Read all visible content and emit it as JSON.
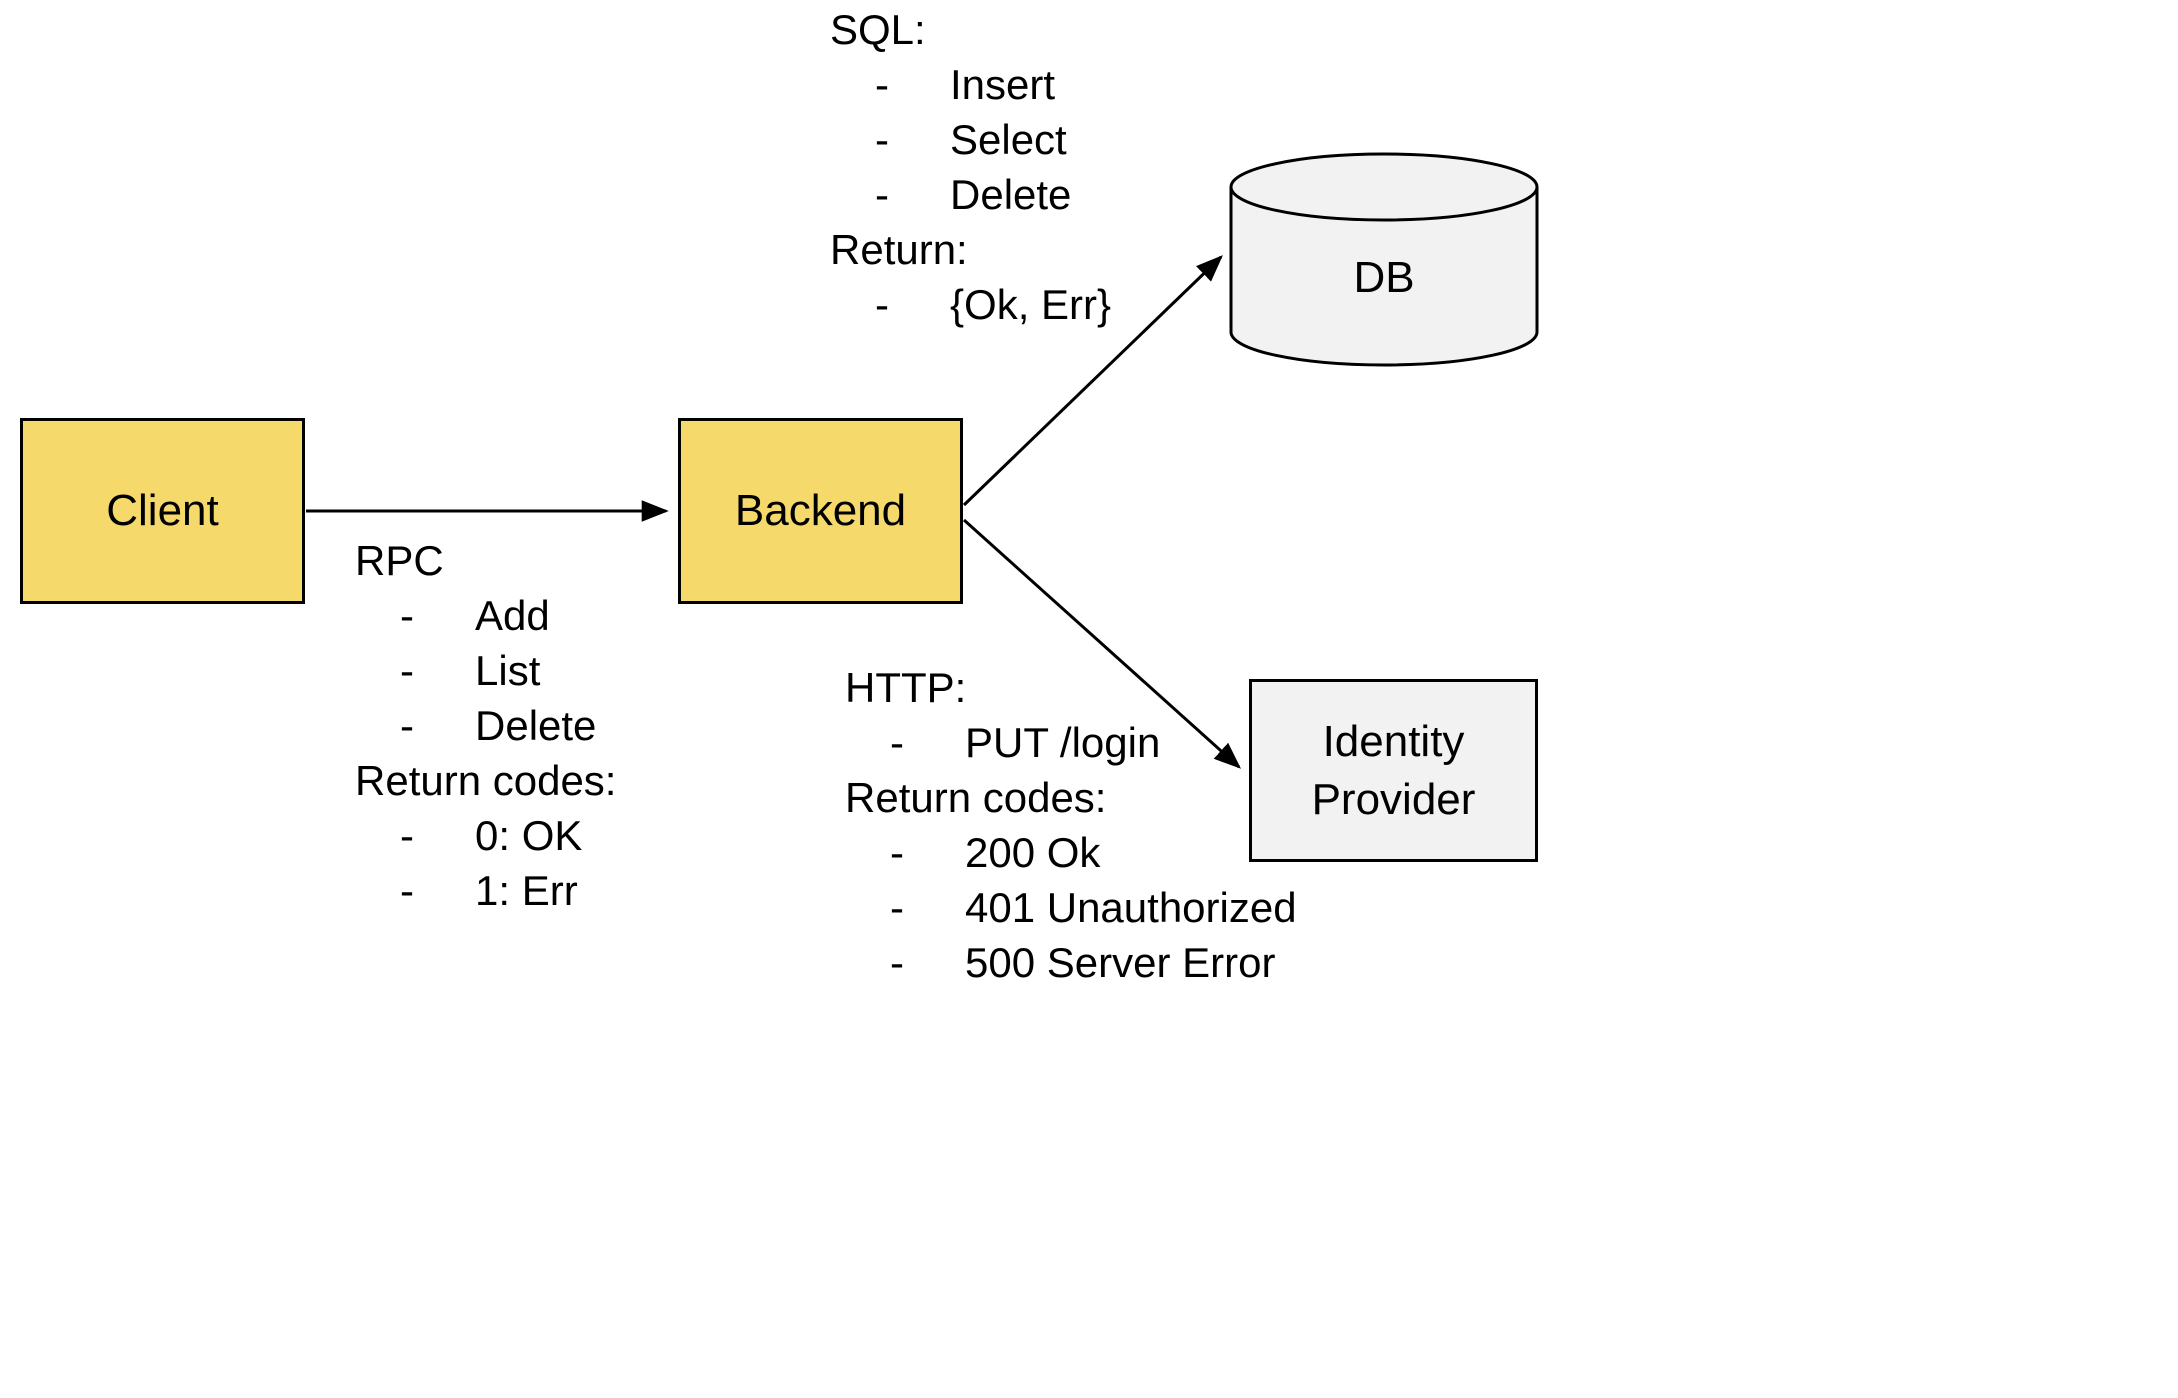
{
  "bullet_char": "-",
  "colors": {
    "node_fill_yellow": "#F6D96B",
    "node_fill_gray": "#F2F2F2",
    "stroke": "#000000",
    "background": "#FFFFFF"
  },
  "nodes": {
    "client": {
      "label": "Client"
    },
    "backend": {
      "label": "Backend"
    },
    "db": {
      "label": "DB"
    },
    "identity_provider": {
      "label": "Identity Provider"
    }
  },
  "annotations": {
    "sql": {
      "items": [
        {
          "type": "header",
          "text": "SQL:"
        },
        {
          "type": "bullet",
          "text": "Insert"
        },
        {
          "type": "bullet",
          "text": "Select"
        },
        {
          "type": "bullet",
          "text": "Delete"
        },
        {
          "type": "header",
          "text": "Return:"
        },
        {
          "type": "bullet",
          "text": "{Ok, Err}"
        }
      ]
    },
    "rpc": {
      "items": [
        {
          "type": "header",
          "text": "RPC"
        },
        {
          "type": "bullet",
          "text": "Add"
        },
        {
          "type": "bullet",
          "text": "List"
        },
        {
          "type": "bullet",
          "text": "Delete"
        },
        {
          "type": "header",
          "text": "Return codes:"
        },
        {
          "type": "bullet",
          "text": "0: OK"
        },
        {
          "type": "bullet",
          "text": "1: Err"
        }
      ]
    },
    "http": {
      "items": [
        {
          "type": "header",
          "text": "HTTP:"
        },
        {
          "type": "bullet",
          "text": "PUT /login"
        },
        {
          "type": "header",
          "text": "Return codes:"
        },
        {
          "type": "bullet",
          "text": "200 Ok"
        },
        {
          "type": "bullet",
          "text": "401 Unauthorized"
        },
        {
          "type": "bullet",
          "text": "500 Server Error"
        }
      ]
    }
  },
  "edges": [
    {
      "from": "Client",
      "to": "Backend",
      "annotation": "rpc"
    },
    {
      "from": "Backend",
      "to": "DB",
      "annotation": "sql"
    },
    {
      "from": "Backend",
      "to": "Identity Provider",
      "annotation": "http"
    }
  ]
}
